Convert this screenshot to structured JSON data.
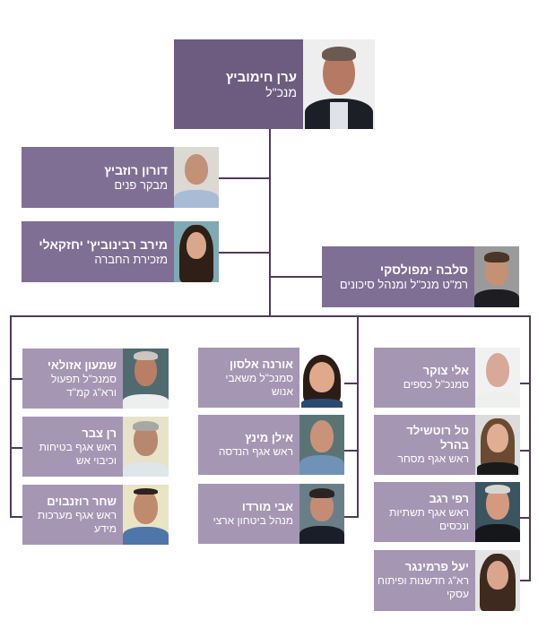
{
  "chart": {
    "type": "org-chart",
    "colors": {
      "line": "#4f3a5c",
      "level1_box": "#6d5c80",
      "level2_box": "#7f6f94",
      "level3_box": "#a597b4",
      "text": "#ffffff"
    }
  },
  "ceo": {
    "name": "ערן חימוביץ",
    "role": "מנכ\"ל"
  },
  "staff": [
    {
      "name": "דורון רוזביץ",
      "role": "מבקר פנים"
    },
    {
      "name": "מירב רבינוביץ' יחזקאלי",
      "role": "מזכירת החברה"
    }
  ],
  "deputy": {
    "name": "סלבה ימפולסקי",
    "role": "רמ\"ט מנכ\"ל ומנהל סיכונים"
  },
  "columns": {
    "right": [
      {
        "name": "אלי צוקר",
        "role": "סמנכ\"ל כספים"
      },
      {
        "name": "טל רוטשילד בהרל",
        "role": "ראש אגף מסחר"
      },
      {
        "name": "רפי רגב",
        "role": "ראש אגף תשתיות ונכסים"
      },
      {
        "name": "יעל פרמינגר",
        "role": "רא\"ג חדשנות ופיתוח עסקי"
      }
    ],
    "middle": [
      {
        "name": "אורנה אלסון",
        "role": "סמנכ\"ל משאבי אנוש"
      },
      {
        "name": "אילן מינץ",
        "role": "ראש אגף הנדסה"
      },
      {
        "name": "אבי מורדו",
        "role": "מנהל ביטחון ארצי"
      }
    ],
    "left": [
      {
        "name": "שמעון אזולאי",
        "role": "סמנכ\"ל תפעול ורא\"ג קמ\"ד"
      },
      {
        "name": "רן צבר",
        "role": "ראש אגף בטיחות וכיבוי אש"
      },
      {
        "name": "שחר רוזנבוים",
        "role": "ראש אגף מערכות מידע"
      }
    ]
  }
}
